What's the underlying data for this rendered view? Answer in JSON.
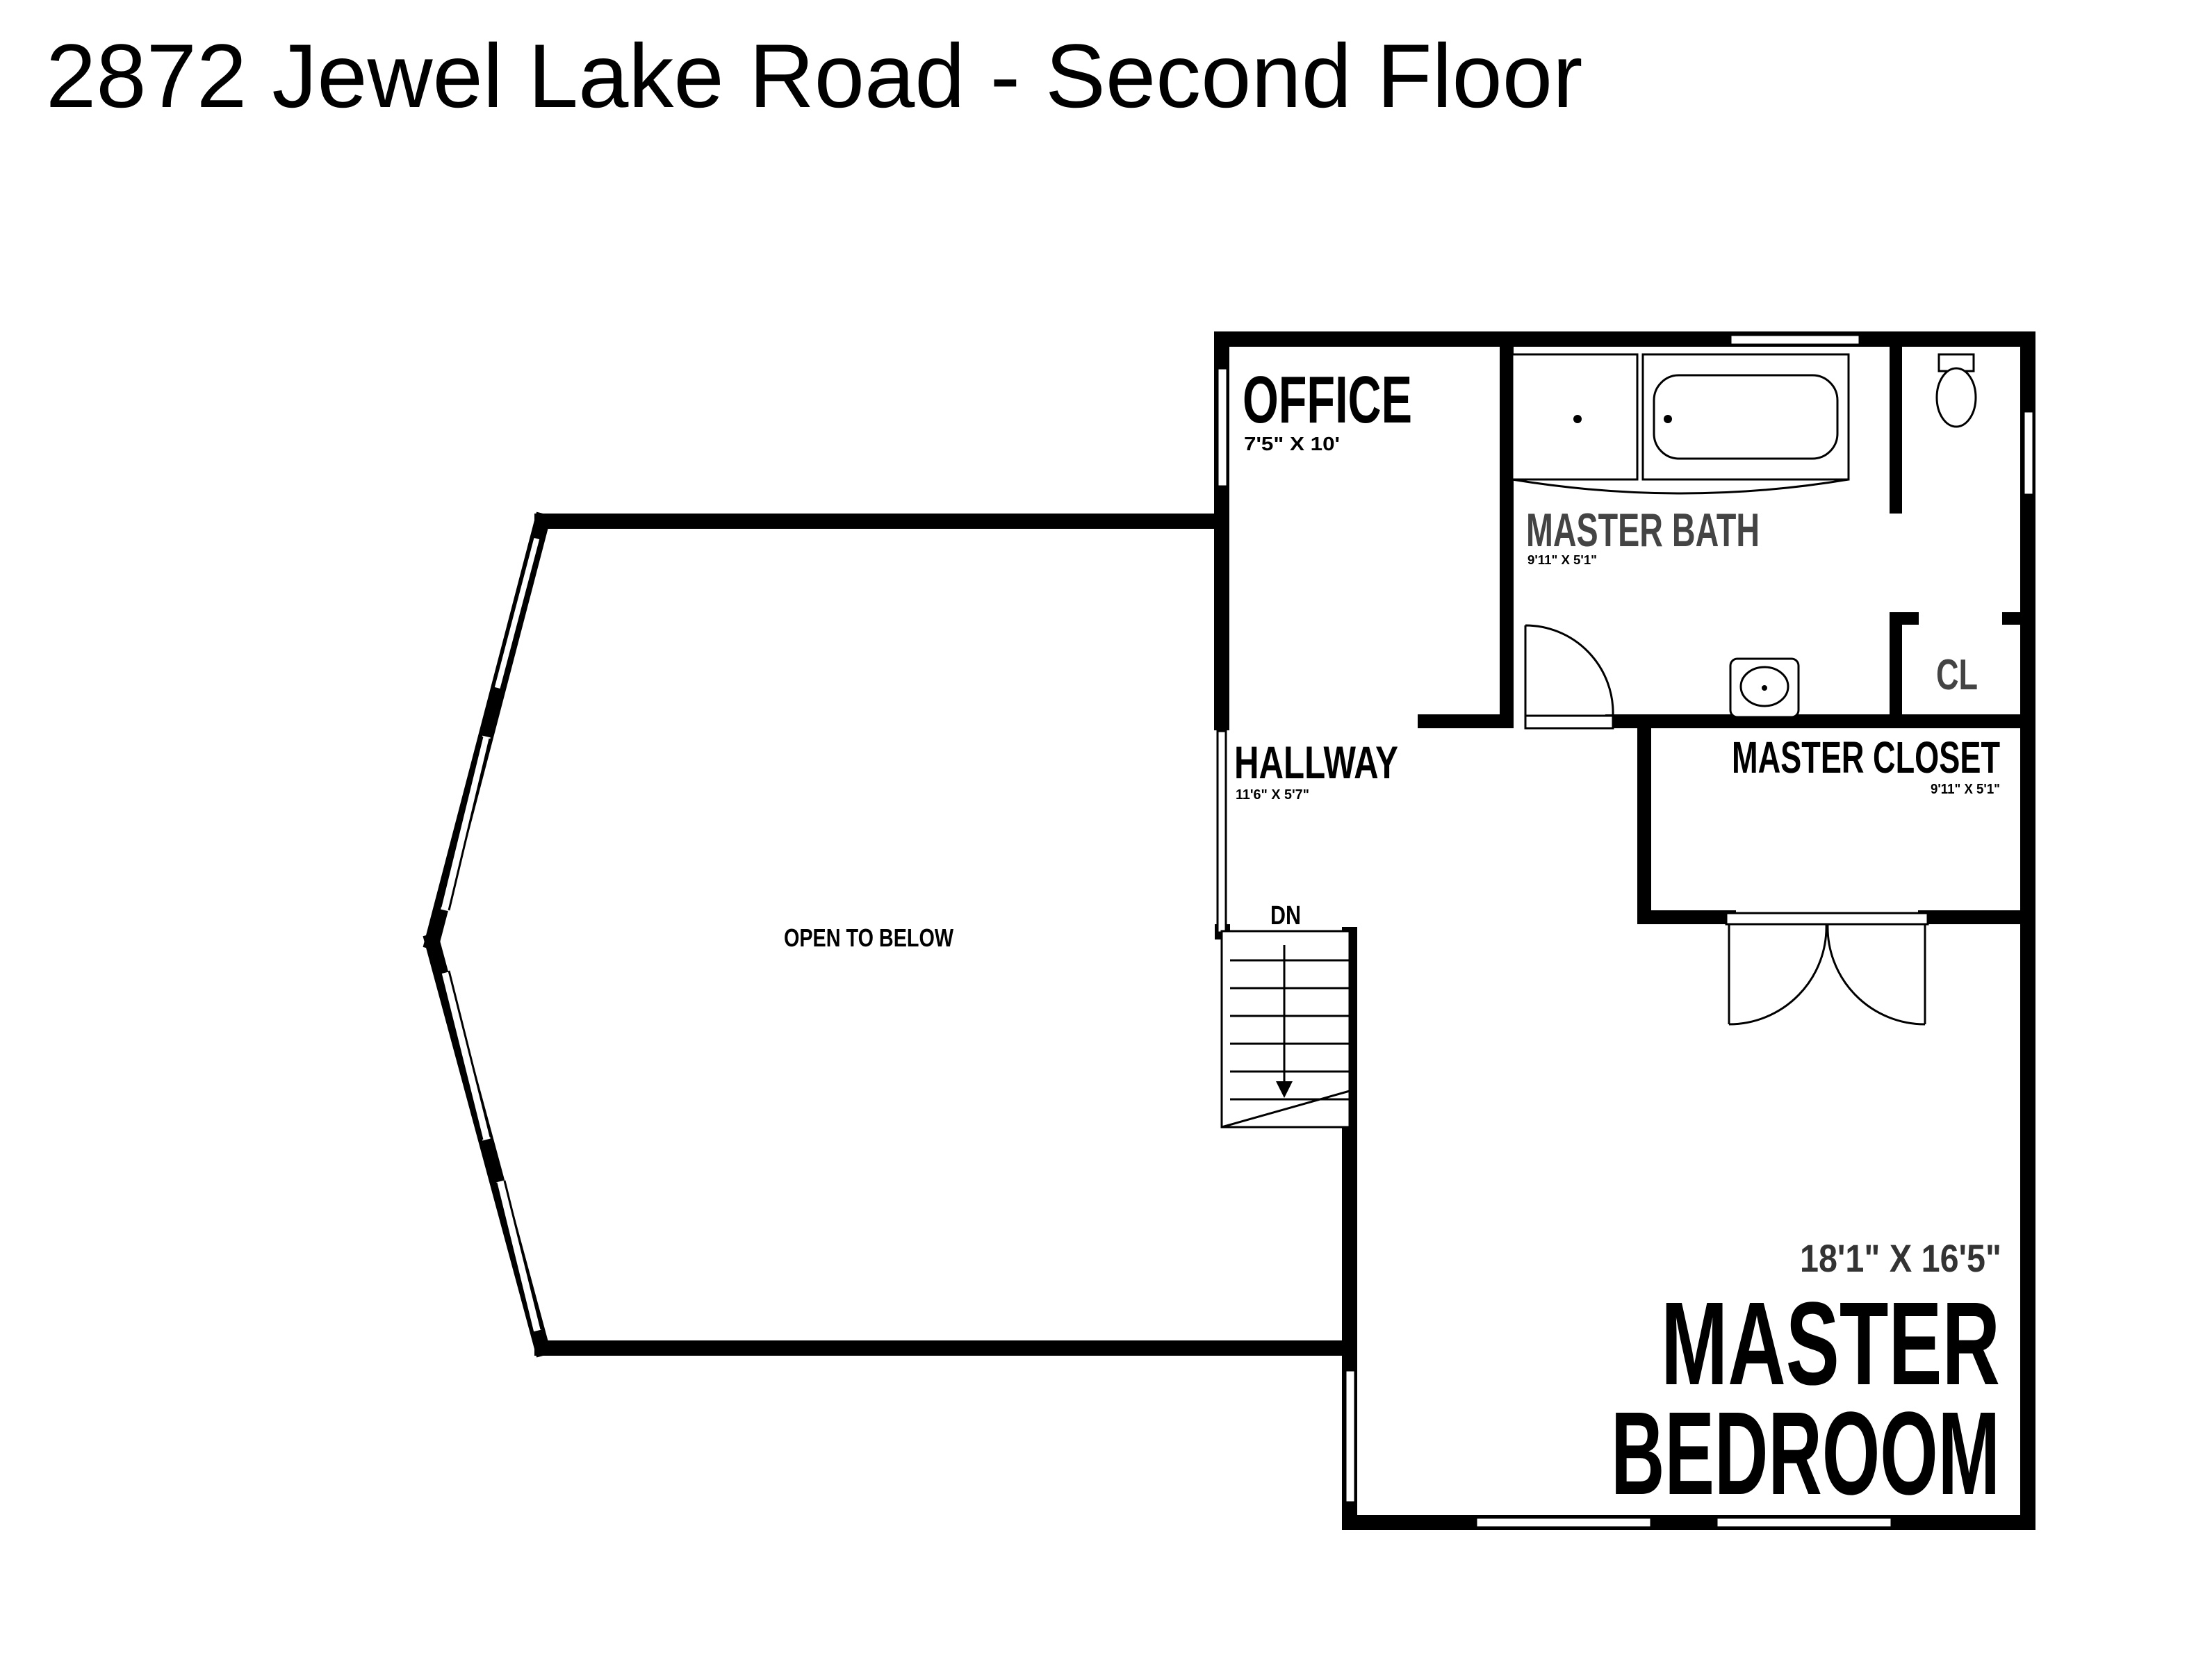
{
  "title": "2872 Jewel Lake Road - Second Floor",
  "rooms": {
    "office": {
      "name": "OFFICE",
      "dims": "7'5\" X 10'"
    },
    "master_bath": {
      "name": "MASTER BATH",
      "dims": "9'11\" X 5'1\""
    },
    "closet": {
      "name": "CL"
    },
    "hallway": {
      "name": "HALLWAY",
      "dims": "11'6\" X 5'7\""
    },
    "master_closet": {
      "name": "MASTER CLOSET",
      "dims": "9'11\" X 5'1\""
    },
    "open_to_below": {
      "name": "OPEN TO BELOW"
    },
    "stairs": {
      "label": "DN"
    },
    "master_bedroom": {
      "name_line1": "MASTER",
      "name_line2": "BEDROOM",
      "dims": "18'1\" X 16'5\""
    }
  }
}
